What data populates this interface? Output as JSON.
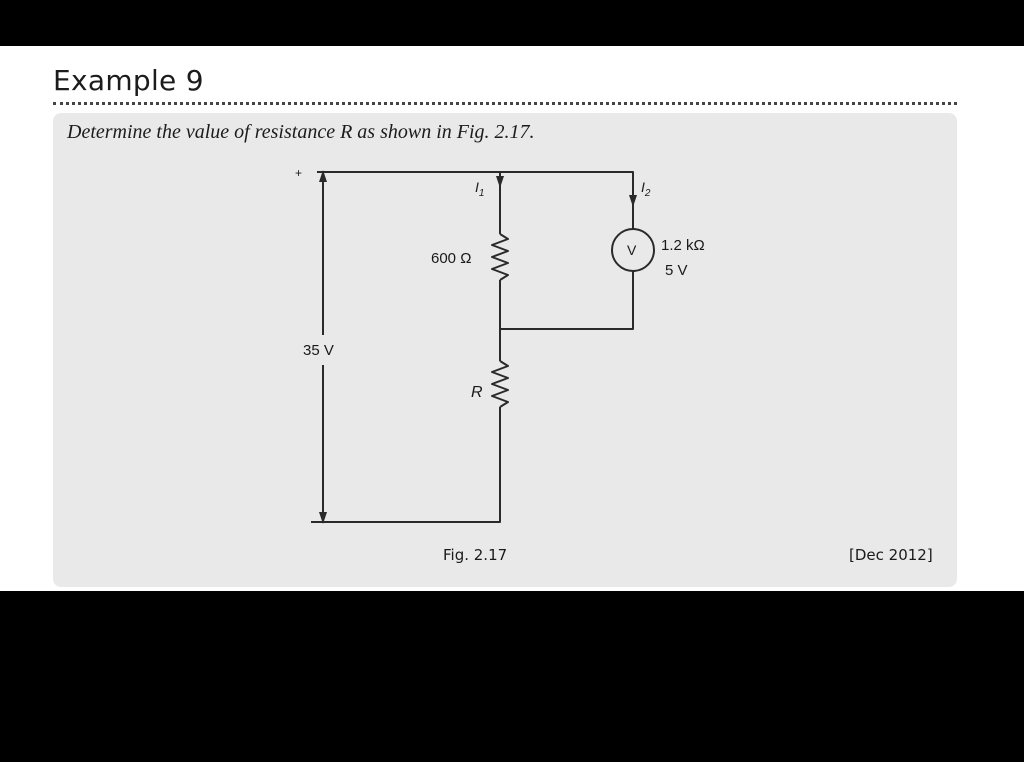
{
  "page": {
    "title": "Example 9",
    "question": "Determine the value of resistance R as shown in Fig. 2.17.",
    "figure_caption": "Fig. 2.17",
    "date_tag": "[Dec 2012]"
  },
  "circuit": {
    "source_plus": "+",
    "source_voltage": "35 V",
    "current_1": "I",
    "current_1_sub": "1",
    "current_2": "I",
    "current_2_sub": "2",
    "resistor_600": "600 Ω",
    "resistor_R": "R",
    "voltmeter_symbol": "V",
    "voltmeter_resistance": "1.2 kΩ",
    "voltmeter_reading": "5 V"
  }
}
